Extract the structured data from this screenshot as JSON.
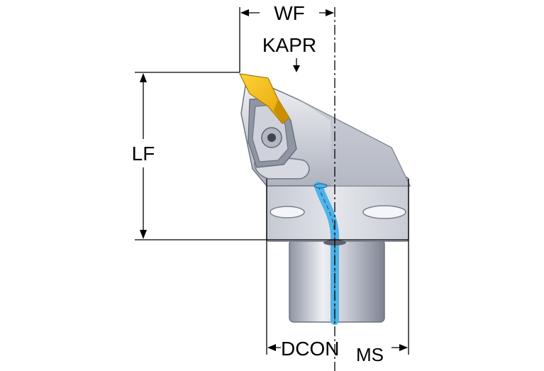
{
  "labels": {
    "wf": "WF",
    "kapr": "KAPR",
    "lf": "LF",
    "dcon": "DCON",
    "dcon_sub": "MS"
  },
  "colors": {
    "insert": "#f2b705",
    "coolant": "#4fb3e8",
    "body_light": "#e6e8ee",
    "body_dark": "#9aa0ad"
  }
}
